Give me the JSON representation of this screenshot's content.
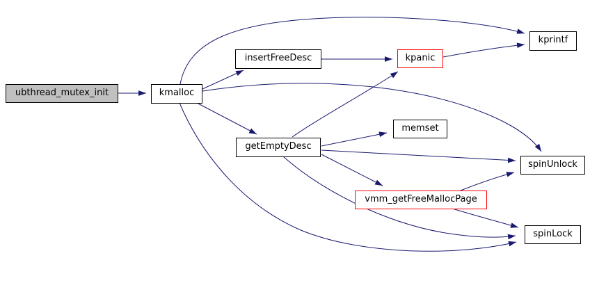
{
  "diagram": {
    "type": "call-graph",
    "background_color": "#ffffff",
    "edge_color": "#191970",
    "node_border_color": "#000000",
    "highlight_border_color": "#ff0000",
    "root_fill_color": "#c0c0c0",
    "node_fill_color": "#ffffff",
    "nodes": [
      {
        "id": "ubthread_mutex_init",
        "label": "ubthread_mutex_init",
        "style": "root"
      },
      {
        "id": "kmalloc",
        "label": "kmalloc",
        "style": "default"
      },
      {
        "id": "insertFreeDesc",
        "label": "insertFreeDesc",
        "style": "default"
      },
      {
        "id": "kpanic",
        "label": "kpanic",
        "style": "highlight"
      },
      {
        "id": "kprintf",
        "label": "kprintf",
        "style": "default"
      },
      {
        "id": "getEmptyDesc",
        "label": "getEmptyDesc",
        "style": "default"
      },
      {
        "id": "memset",
        "label": "memset",
        "style": "default"
      },
      {
        "id": "spinUnlock",
        "label": "spinUnlock",
        "style": "default"
      },
      {
        "id": "vmm_getFreeMallocPage",
        "label": "vmm_getFreeMallocPage",
        "style": "highlight"
      },
      {
        "id": "spinLock",
        "label": "spinLock",
        "style": "default"
      }
    ],
    "edges": [
      {
        "from": "ubthread_mutex_init",
        "to": "kmalloc"
      },
      {
        "from": "kmalloc",
        "to": "kprintf"
      },
      {
        "from": "kmalloc",
        "to": "insertFreeDesc"
      },
      {
        "from": "kmalloc",
        "to": "spinUnlock"
      },
      {
        "from": "kmalloc",
        "to": "getEmptyDesc"
      },
      {
        "from": "kmalloc",
        "to": "spinLock"
      },
      {
        "from": "insertFreeDesc",
        "to": "kpanic"
      },
      {
        "from": "kpanic",
        "to": "kprintf"
      },
      {
        "from": "getEmptyDesc",
        "to": "kpanic"
      },
      {
        "from": "getEmptyDesc",
        "to": "memset"
      },
      {
        "from": "getEmptyDesc",
        "to": "spinUnlock"
      },
      {
        "from": "getEmptyDesc",
        "to": "vmm_getFreeMallocPage"
      },
      {
        "from": "getEmptyDesc",
        "to": "spinLock"
      },
      {
        "from": "vmm_getFreeMallocPage",
        "to": "spinUnlock"
      },
      {
        "from": "vmm_getFreeMallocPage",
        "to": "spinLock"
      }
    ]
  }
}
